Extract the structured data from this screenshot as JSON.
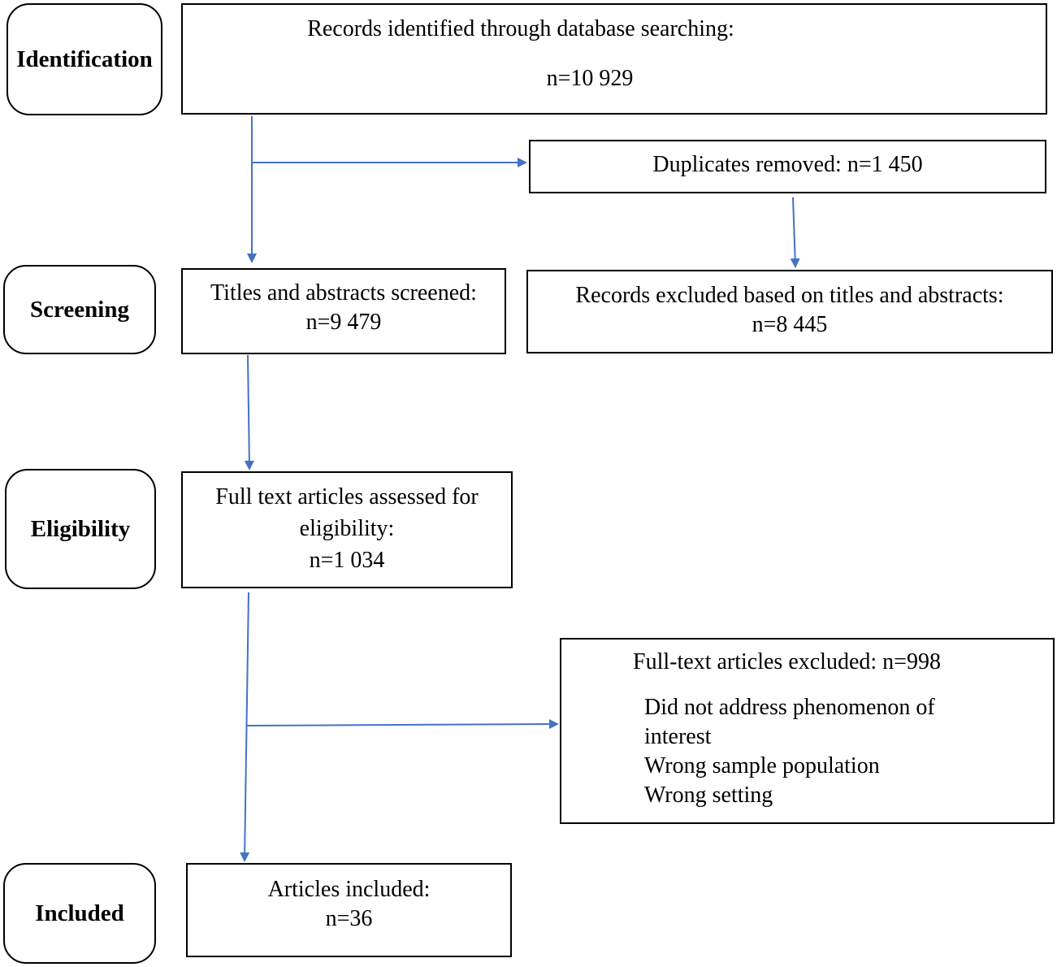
{
  "stages": {
    "identification": "Identification",
    "screening": "Screening",
    "eligibility": "Eligibility",
    "included": "Included"
  },
  "boxes": {
    "records_identified": {
      "label": "Records identified through database searching:",
      "count": "n=10 929"
    },
    "duplicates_removed": {
      "label": "Duplicates removed: n=1 450"
    },
    "titles_screened": {
      "label": "Titles and abstracts screened:",
      "count": "n=9 479"
    },
    "records_excluded": {
      "label": "Records excluded based on titles and abstracts:",
      "count": "n=8 445"
    },
    "full_text_assessed": {
      "label_line1": "Full text articles assessed for",
      "label_line2": "eligibility:",
      "count": "n=1 034"
    },
    "full_text_excluded": {
      "label": "Full-text articles excluded: n=998",
      "reasons": [
        "Did not address phenomenon of",
        "interest",
        "Wrong sample population",
        "Wrong setting"
      ]
    },
    "articles_included": {
      "label": "Articles included:",
      "count": "n=36"
    }
  },
  "colors": {
    "arrow": "#4472C4",
    "border": "#000000"
  }
}
